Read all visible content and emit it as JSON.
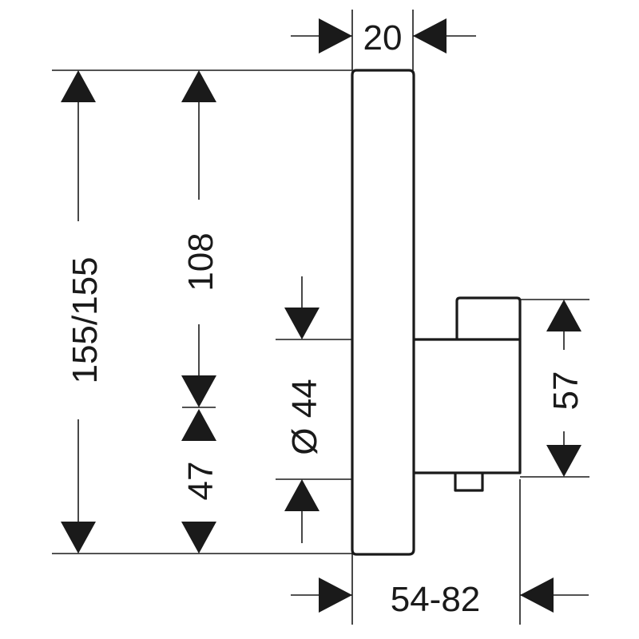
{
  "dimensions": {
    "depth_top": "20",
    "total_height": "155/155",
    "upper_height": "108",
    "lower_height": "47",
    "pipe_diameter": "Ø 44",
    "module_height": "57",
    "installation_depth": "54-82"
  },
  "colors": {
    "line": "#1a1a1a",
    "background": "#ffffff"
  }
}
